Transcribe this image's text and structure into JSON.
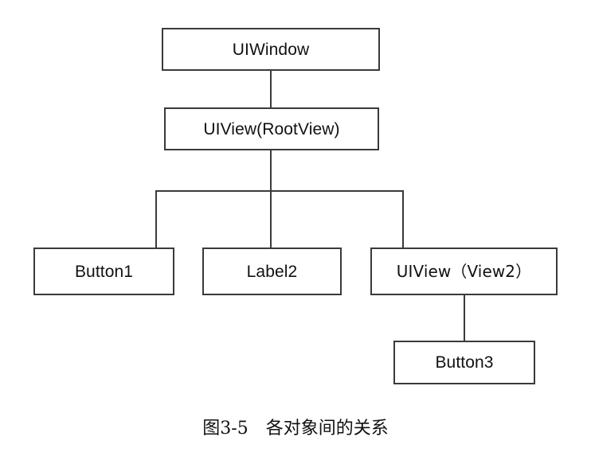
{
  "figure": {
    "caption": "图3-5　各对象间的关系",
    "caption_number": "图3-5",
    "caption_title": "各对象间的关系"
  },
  "diagram": {
    "type": "hierarchy-tree",
    "nodes": [
      {
        "id": "uiwindow",
        "label": "UIWindow"
      },
      {
        "id": "rootview",
        "label": "UIView(RootView)"
      },
      {
        "id": "button1",
        "label": "Button1"
      },
      {
        "id": "label2",
        "label": "Label2"
      },
      {
        "id": "view2",
        "label": "UIView（View2）"
      },
      {
        "id": "button3",
        "label": "Button3"
      }
    ],
    "edges": [
      {
        "from": "uiwindow",
        "to": "rootview"
      },
      {
        "from": "rootview",
        "to": "button1"
      },
      {
        "from": "rootview",
        "to": "label2"
      },
      {
        "from": "rootview",
        "to": "view2"
      },
      {
        "from": "view2",
        "to": "button3"
      }
    ]
  },
  "colors": {
    "box_border": "#3a3a3a",
    "line": "#3a3a3a",
    "text": "#111111",
    "background": "#ffffff"
  }
}
